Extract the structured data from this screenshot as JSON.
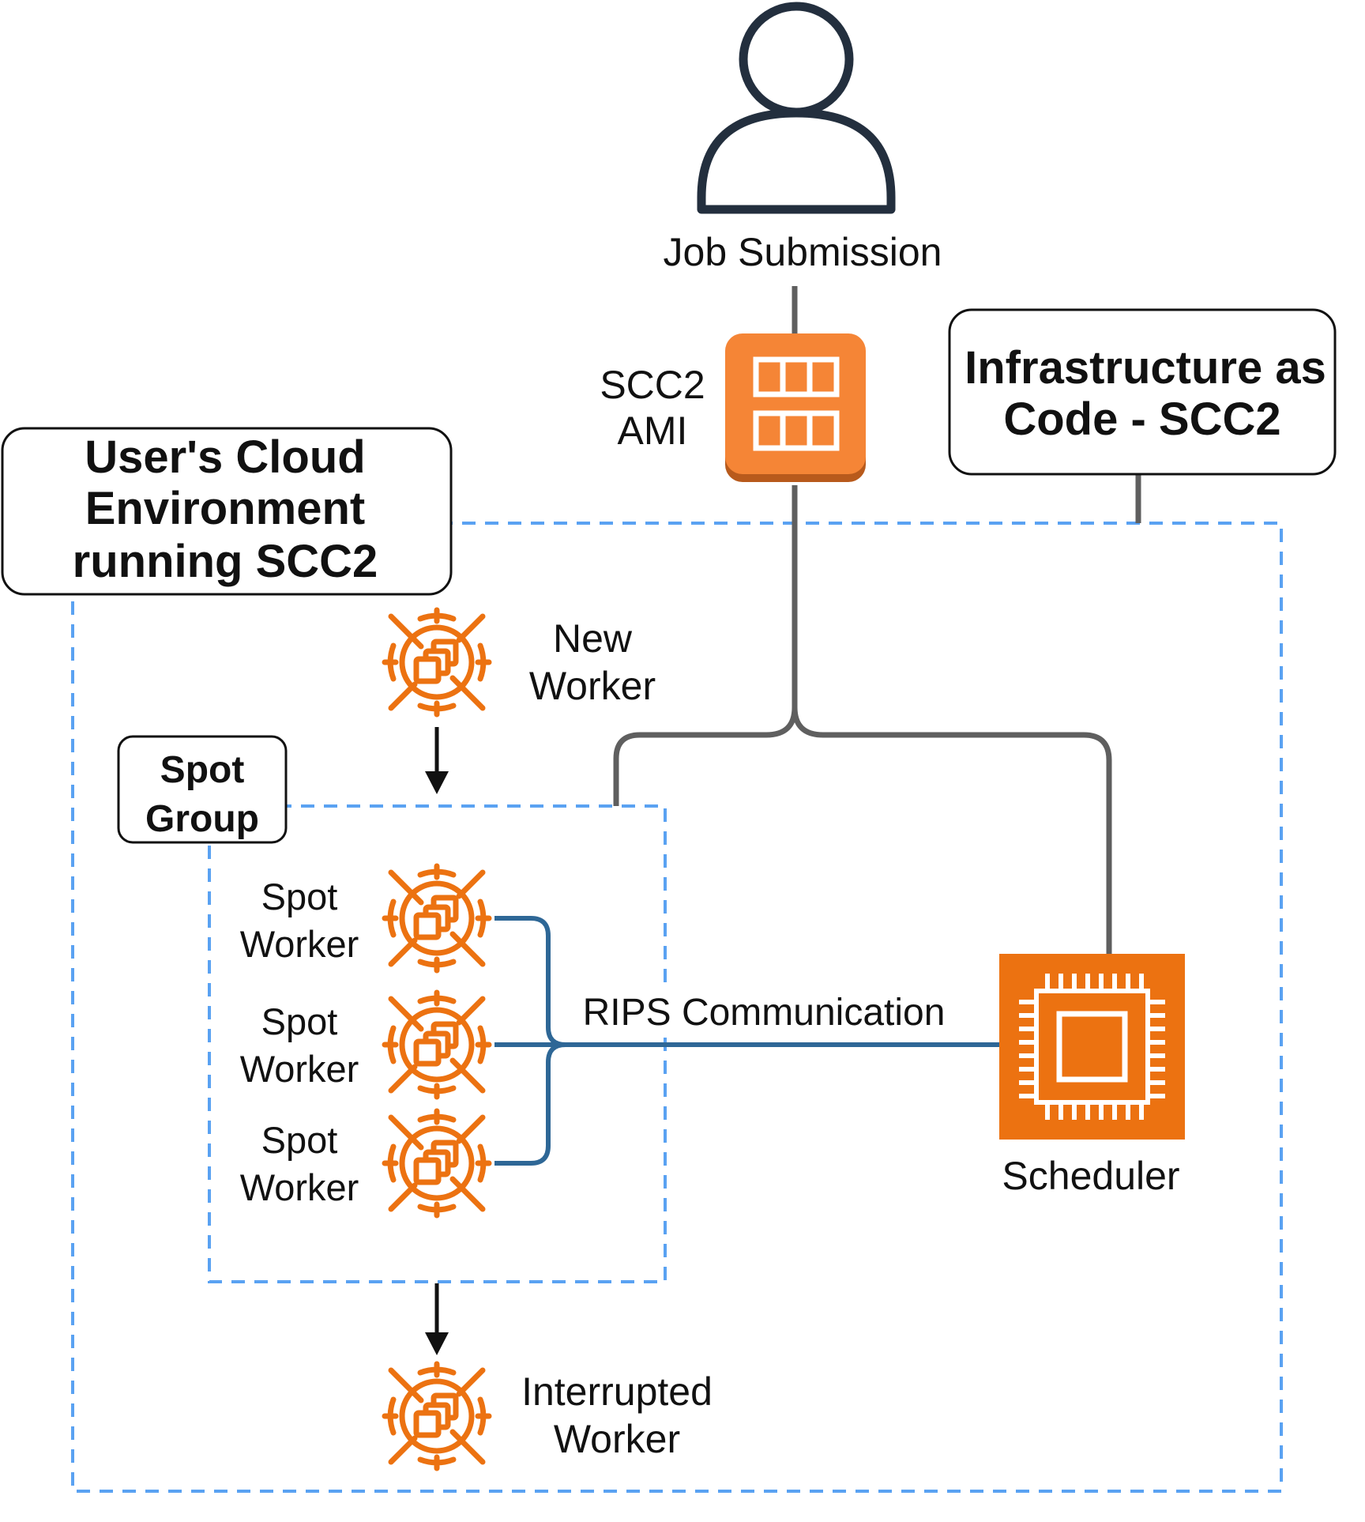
{
  "user": {
    "label": "Job Submission"
  },
  "ami": {
    "label_line1": "SCC2",
    "label_line2": "AMI"
  },
  "iac_box": {
    "line1": "Infrastructure as",
    "line2": "Code - SCC2"
  },
  "env_box": {
    "line1": "User's Cloud",
    "line2": "Environment",
    "line3": "running SCC2"
  },
  "new_worker": {
    "line1": "New",
    "line2": "Worker"
  },
  "spot_group": {
    "line1": "Spot",
    "line2": "Group"
  },
  "spot_workers": [
    {
      "line1": "Spot",
      "line2": "Worker"
    },
    {
      "line1": "Spot",
      "line2": "Worker"
    },
    {
      "line1": "Spot",
      "line2": "Worker"
    }
  ],
  "rips": {
    "label": "RIPS Communication"
  },
  "scheduler": {
    "label": "Scheduler"
  },
  "interrupted": {
    "line1": "Interrupted",
    "line2": "Worker"
  },
  "colors": {
    "orange": "#ec7211",
    "ami_orange": "#f58536",
    "dashed_blue": "#5aa2f2",
    "connector_gray": "#5f5f5f",
    "rips_blue": "#2e6796",
    "dark_navy": "#232f3e"
  }
}
